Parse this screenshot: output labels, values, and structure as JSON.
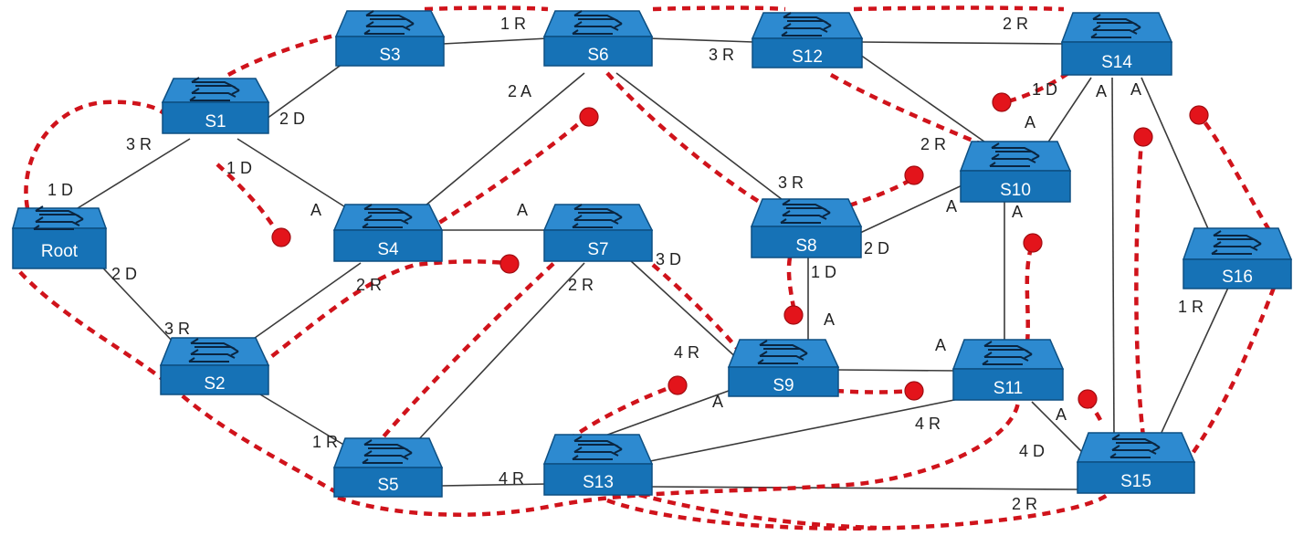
{
  "switches": {
    "root": "Root",
    "s1": "S1",
    "s2": "S2",
    "s3": "S3",
    "s4": "S4",
    "s5": "S5",
    "s6": "S6",
    "s7": "S7",
    "s8": "S8",
    "s9": "S9",
    "s10": "S10",
    "s11": "S11",
    "s12": "S12",
    "s13": "S13",
    "s14": "S14",
    "s15": "S15",
    "s16": "S16"
  },
  "ports": {
    "root_s1": "1 D",
    "s1_root": "3 R",
    "root_s2": "2 D",
    "s2_root": "3 R",
    "s1_s3": "2 D",
    "s1_s4": "1 D",
    "s4_s1": "A",
    "s3_s6": "1 R",
    "s6_s4": "2 A",
    "s6_s12": "3 R",
    "s12_s14": "2 R",
    "s4_s7": "A",
    "s4_s2": "2 R",
    "s7_s9": "3 D",
    "s7_s5": "2 R",
    "s8_s6": "3 R",
    "s8_s10": "2 D",
    "s8_s9": "1 D",
    "s9_s8": "A",
    "s9_s7": "4 R",
    "s13_s9": "A",
    "s10_s14": "1 D",
    "s10_s8": "A",
    "s10_s12": "2 R",
    "s11_s10": "A",
    "s11_s9": "A",
    "s11_s13": "4 R",
    "s14_s15": "A",
    "s14_s16": "A",
    "s14_s10": "A",
    "s15_s11": "A",
    "s15_s5": "4 D",
    "s15_s13": "2 R",
    "s16_s15": "1 R",
    "s5_s2": "1 R",
    "s13_s5": "4 R"
  }
}
